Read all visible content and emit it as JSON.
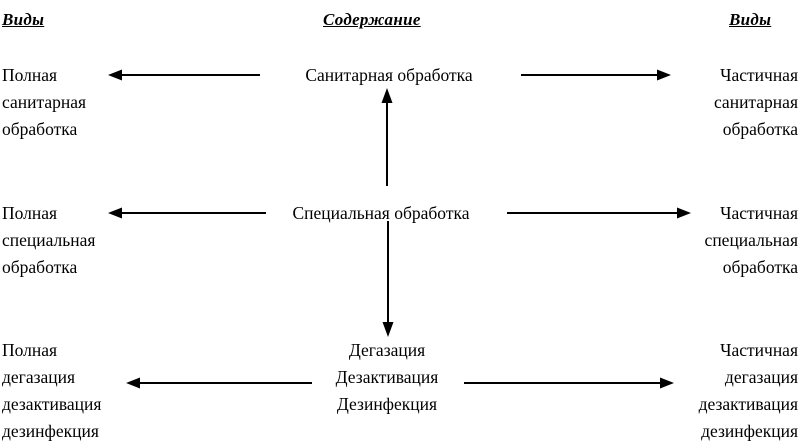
{
  "headers": {
    "left": "Виды",
    "center": "Содержание",
    "right": "Виды"
  },
  "rows": [
    {
      "left": {
        "lines": [
          "Полная",
          "санитарная",
          "обработка"
        ]
      },
      "center": {
        "lines": [
          "Санитарная обработка"
        ]
      },
      "right": {
        "lines": [
          "Частичная",
          "санитарная",
          "обработка"
        ]
      }
    },
    {
      "left": {
        "lines": [
          "Полная",
          "специальная",
          "обработка"
        ]
      },
      "center": {
        "lines": [
          "Специальная обработка"
        ]
      },
      "right": {
        "lines": [
          "Частичная",
          "специальная",
          "обработка"
        ]
      }
    },
    {
      "left": {
        "lines": [
          "Полная",
          "дегазация",
          "дезактивация",
          "дезинфекция"
        ]
      },
      "center": {
        "lines": [
          "Дегазация",
          "Дезактивация",
          "Дезинфекция"
        ]
      },
      "right": {
        "lines": [
          "Частичная",
          "дегазация",
          "дезактивация",
          "дезинфекция"
        ]
      }
    }
  ],
  "arrows": {
    "row1_left": "arrow-left",
    "row1_right": "arrow-right",
    "row2_left": "arrow-left",
    "row2_right": "arrow-right",
    "row3_left": "arrow-left",
    "row3_right": "arrow-right",
    "center_up": "arrow-up",
    "center_down": "arrow-down"
  },
  "colors": {
    "background": "#ffffff",
    "text": "#000000",
    "line": "#000000"
  }
}
